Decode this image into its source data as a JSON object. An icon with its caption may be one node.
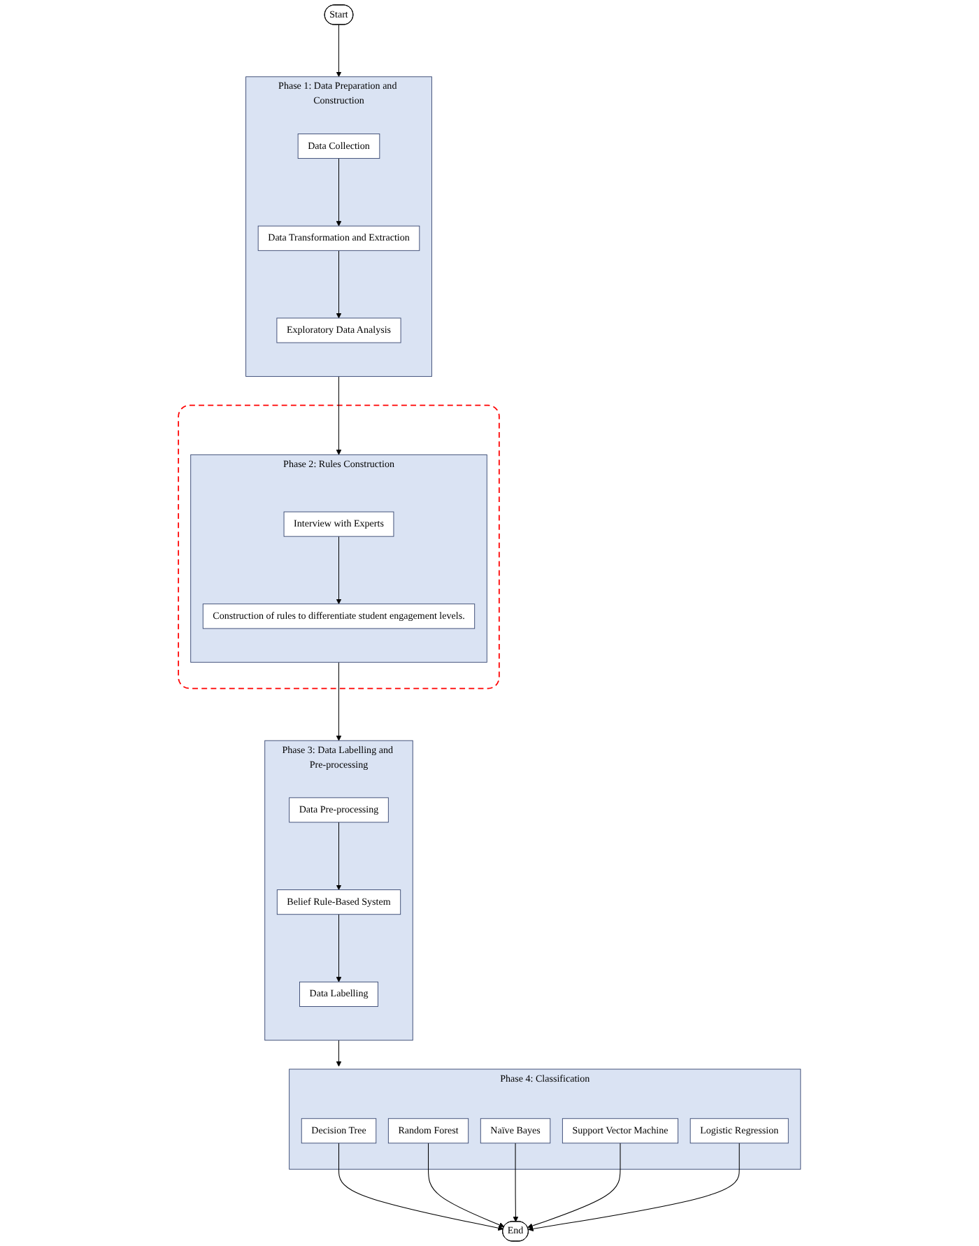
{
  "diagram": {
    "nodes": [
      {
        "text": [
          "Start"
        ]
      },
      {
        "text": [
          "Phase 1: Data Preparation and Construction"
        ]
      },
      {
        "text": [
          "Data Collection"
        ],
        "in": 1
      },
      {
        "text": [
          "Data Transformation and Extraction"
        ],
        "in": 1
      },
      {
        "text": [
          "Exploratory Data Analysis"
        ],
        "in": 1
      },
      {
        "text": [],
        "shape": "box"
      },
      {
        "text": [
          "Phase 2: Rules Construction"
        ],
        "in": 5
      },
      {
        "text": [
          "Interview with Experts"
        ],
        "in": 6
      },
      {
        "text": [
          "Construction of rules to differentiate student engagement levels."
        ],
        "in": 6
      },
      {
        "text": [
          "Phase 3: Data Labelling and Pre-processing"
        ]
      },
      {
        "text": [
          "Data Pre-processing"
        ],
        "in": 9
      },
      {
        "text": [
          "Belief Rule-Based System"
        ],
        "in": 9
      },
      {
        "text": [
          "Data Labelling"
        ],
        "in": 9
      },
      {
        "text": [
          "Phase 4: Classification"
        ]
      },
      {
        "text": [
          "Decision Tree"
        ],
        "in": 13
      },
      {
        "text": [
          "Random Forest"
        ],
        "in": 13
      },
      {
        "text": [
          "Naïve Bayes"
        ],
        "in": 13
      },
      {
        "text": [
          "Support Vector Machine"
        ],
        "in": 13
      },
      {
        "text": [
          "Logistic Regression"
        ],
        "in": 13
      },
      {
        "text": [
          "End"
        ]
      }
    ],
    "edges": [
      {
        "from": 0,
        "to": 1,
        "arrow": "to"
      },
      {
        "from": 2,
        "to": 3,
        "arrow": "to"
      },
      {
        "from": 3,
        "to": 4,
        "arrow": "to"
      },
      {
        "from": 1,
        "to": 6,
        "arrow": "to"
      },
      {
        "from": 7,
        "to": 8,
        "arrow": "to"
      },
      {
        "from": 6,
        "to": 9,
        "arrow": "to"
      },
      {
        "from": 10,
        "to": 11,
        "arrow": "to"
      },
      {
        "from": 11,
        "to": 12,
        "arrow": "to"
      },
      {
        "from": 9,
        "to": 13,
        "arrow": "to"
      },
      {
        "from": 14,
        "to": 19,
        "arrow": "to"
      },
      {
        "from": 15,
        "to": 19,
        "arrow": "to"
      },
      {
        "from": 16,
        "to": 19,
        "arrow": "to"
      },
      {
        "from": 17,
        "to": 19,
        "arrow": "to"
      },
      {
        "from": 18,
        "to": 19,
        "arrow": "to"
      }
    ]
  }
}
